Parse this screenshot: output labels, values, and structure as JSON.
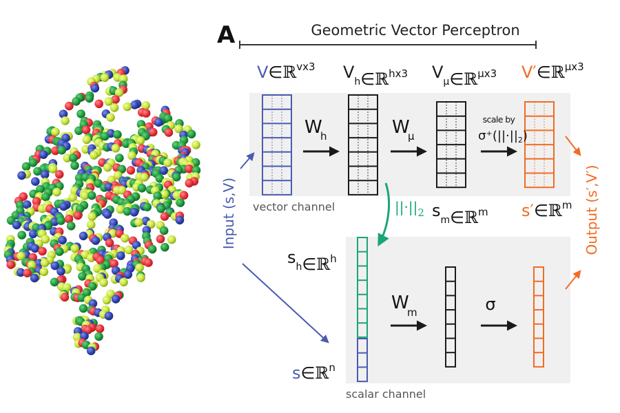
{
  "panel_letter": "A",
  "title": "Geometric Vector Perceptron",
  "colors": {
    "blue": "#4a5bb0",
    "black": "#1a1a1a",
    "orange": "#f26b22",
    "green": "#1aa672",
    "gray_bg": "#f0f0f0",
    "channel_text": "#555555",
    "atom_red": "#e8313a",
    "atom_green": "#1f9e3e",
    "atom_yellow": "#c6e33a",
    "atom_blue": "#3146b5"
  },
  "vector_channel": {
    "label": "vector channel",
    "stages": [
      {
        "symbol": "V",
        "sub": "",
        "prime": "",
        "set": "ℝ",
        "sup": "vx3",
        "color": "blue",
        "rows": 7
      },
      {
        "symbol": "V",
        "sub": "h",
        "prime": "",
        "set": "ℝ",
        "sup": "hx3",
        "color": "black",
        "rows": 7
      },
      {
        "symbol": "V",
        "sub": "μ",
        "prime": "",
        "set": "ℝ",
        "sup": "μx3",
        "color": "black",
        "rows": 6
      },
      {
        "symbol": "V",
        "sub": "",
        "prime": "′",
        "set": "ℝ",
        "sup": "μx3",
        "color": "orange",
        "rows": 6
      }
    ],
    "ops": [
      {
        "main": "W",
        "sub": "h"
      },
      {
        "main": "W",
        "sub": "μ"
      },
      {
        "line1": "scale by",
        "line2": "σ⁺(||·||",
        "line2_sub": "2",
        "line2_end": ")"
      }
    ]
  },
  "norm_op": {
    "text": "||·||",
    "sub": "2"
  },
  "scalar_channel": {
    "label": "scalar channel",
    "sh": {
      "symbol": "s",
      "sub": "h",
      "set": "ℝ",
      "sup": "h",
      "rows": 7
    },
    "s": {
      "symbol": "s",
      "set": "ℝ",
      "sup": "n",
      "rows": 3
    },
    "sm": {
      "symbol": "s",
      "sub": "m",
      "set": "ℝ",
      "sup": "m",
      "rows": 7
    },
    "sprime": {
      "symbol": "s′",
      "set": "ℝ",
      "sup": "m",
      "rows": 7
    },
    "ops": [
      {
        "main": "W",
        "sub": "m"
      },
      {
        "main": "σ"
      }
    ]
  },
  "input_label": "Input (s,V)",
  "output_label": "Output (s′,V′)",
  "element_of": "∈",
  "protein_image": {
    "name": "protein structure spheres"
  }
}
